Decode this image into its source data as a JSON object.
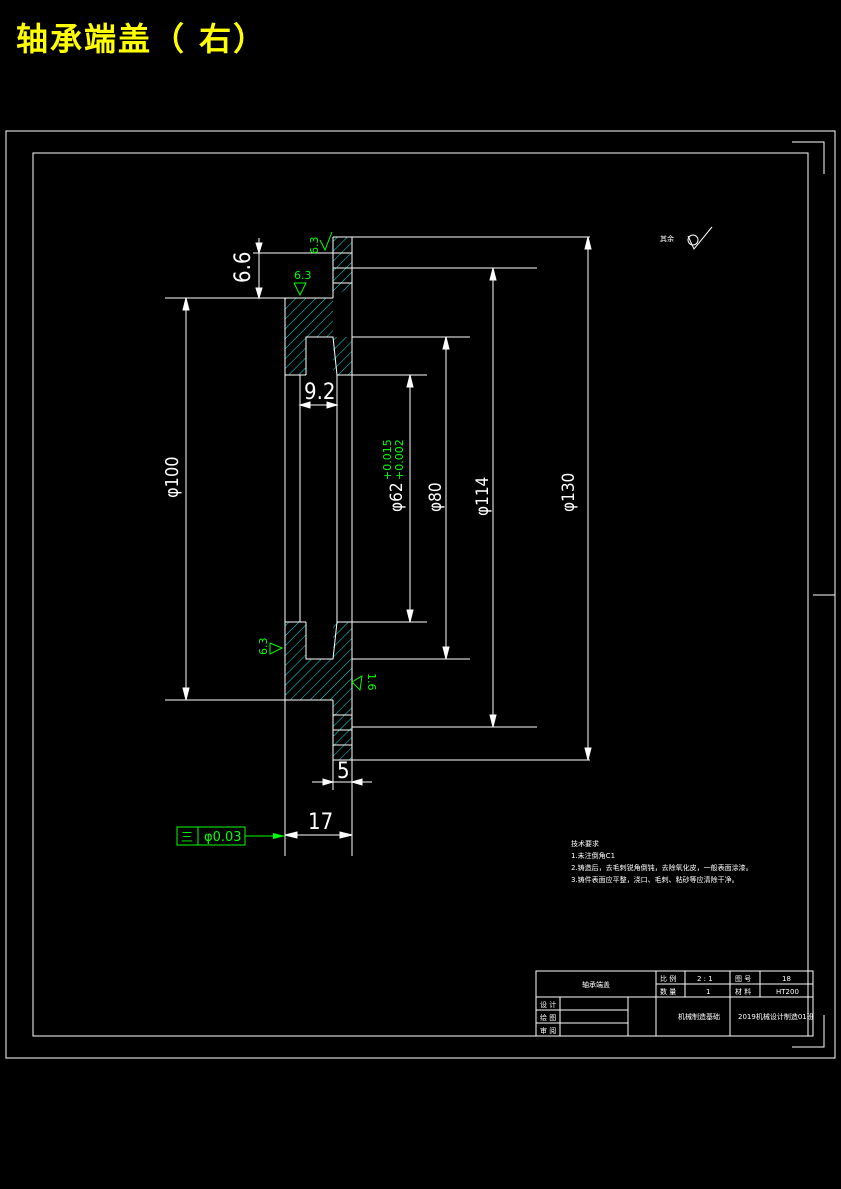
{
  "title": "轴承端盖（ 右）",
  "dimensions": {
    "d_6_6": "6.6",
    "d_9_2": "9.2",
    "d_5": "5",
    "d_17": "17",
    "dia_100": "φ100",
    "dia_62": "φ62",
    "dia_62_tol_upper": "+0.015",
    "dia_62_tol_lower": "+0.002",
    "dia_80": "φ80",
    "dia_114": "φ114",
    "dia_130": "φ130"
  },
  "roughness": {
    "r1": "6.3",
    "r2": "6.3",
    "r3": "6.3",
    "r4": "1.6"
  },
  "tolerance_frame": {
    "symbol": "三",
    "value": "φ0.03"
  },
  "roughness_note_label": "其余",
  "tech_requirements": {
    "heading": "技术要求",
    "items": [
      "1.未注倒角C1",
      "2.铸造后，去毛刺锐角倒钝，去除氧化皮，一般表面涂漆。",
      "3.铸件表面应平整，浇口、毛刺、粘砂等应清除干净。"
    ]
  },
  "title_block": {
    "part_name": "轴承端盖",
    "scale_label": "比 例",
    "scale_value": "2 : 1",
    "qty_label": "数 量",
    "qty_value": "1",
    "drawing_no_label": "图 号",
    "drawing_no_value": "18",
    "material_label": "材 料",
    "material_value": "HT200",
    "designer_label": "设 计",
    "drafter_label": "绘 图",
    "reviewer_label": "审 阅",
    "school": "机械制造基础",
    "class_code": "2019机械设计制造01班"
  }
}
